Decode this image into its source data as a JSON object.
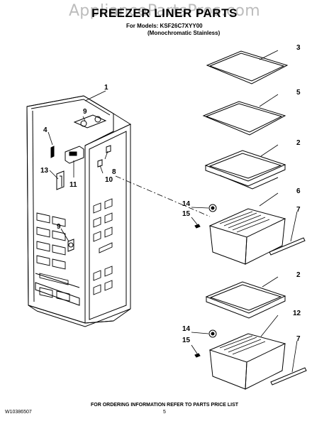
{
  "watermark": "AppliancePartsPros.com",
  "header": {
    "title": "FREEZER LINER PARTS",
    "models_line": "For Models: KSF26C7XYY00",
    "models_sub": "(Monochromatic Stainless)"
  },
  "callouts": {
    "c1": "1",
    "c2a": "2",
    "c2b": "2",
    "c3": "3",
    "c4": "4",
    "c5": "5",
    "c6": "6",
    "c7a": "7",
    "c7b": "7",
    "c8": "8",
    "c9a": "9",
    "c9b": "9",
    "c10": "10",
    "c11": "11",
    "c12": "12",
    "c13": "13",
    "c14a": "14",
    "c14b": "14",
    "c15a": "15",
    "c15b": "15"
  },
  "footer": {
    "note": "FOR ORDERING INFORMATION REFER TO PARTS PRICE LIST",
    "doc_number": "W10386507",
    "page_number": "5"
  }
}
